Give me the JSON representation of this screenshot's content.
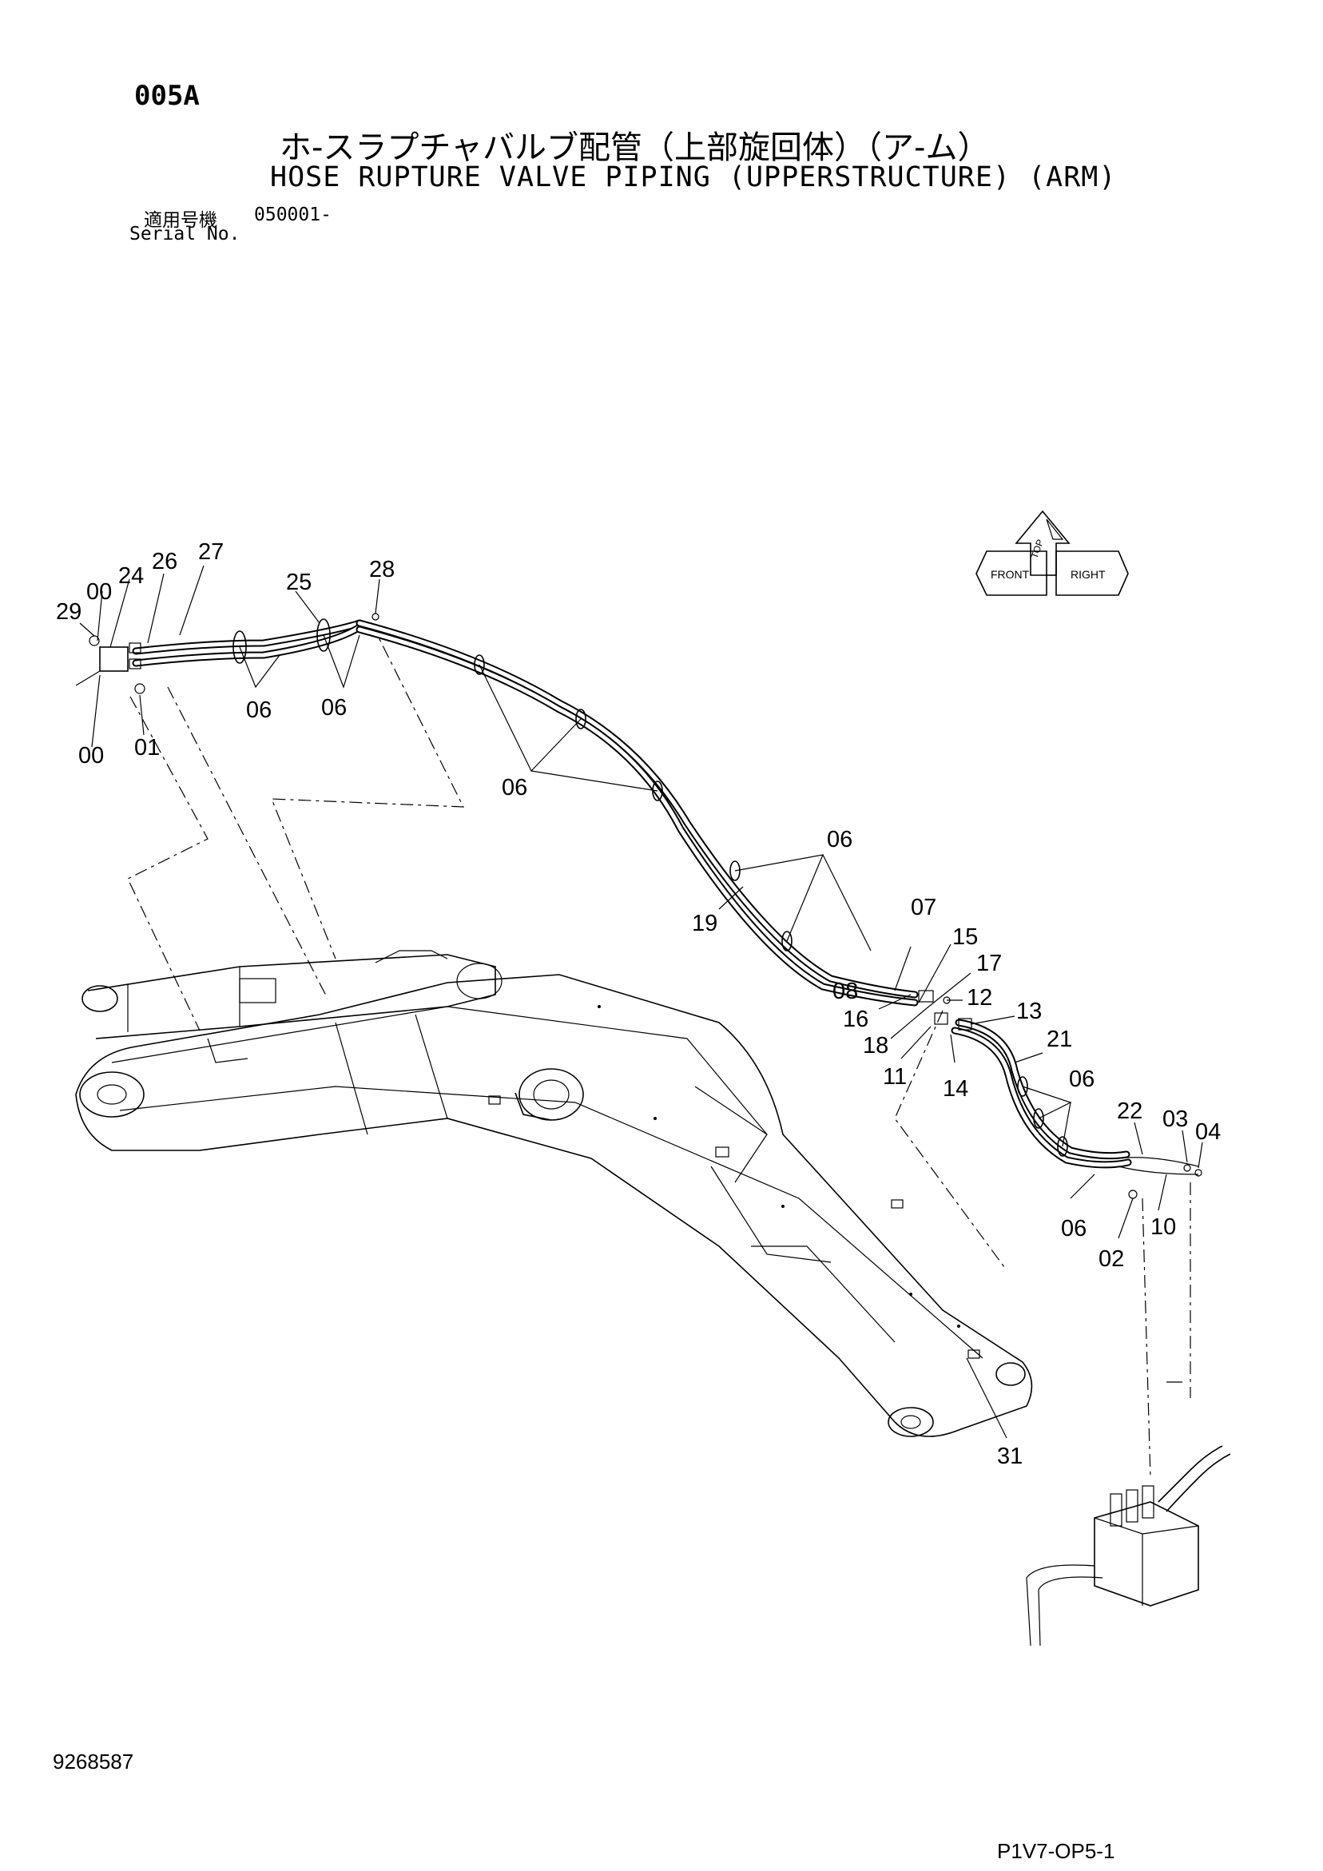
{
  "header": {
    "section_code": "005A",
    "title_jp": "ホ-スラプチャバルブ配管（上部旋回体）（ア-ム）",
    "title_en": "HOSE RUPTURE VALVE PIPING (UPPERSTRUCTURE) (ARM)",
    "serial_label_jp": "適用号機",
    "serial_label_en": "Serial No.",
    "serial_value": "050001-"
  },
  "direction_indicator": {
    "up": "TOP",
    "front": "FRONT",
    "right": "RIGHT"
  },
  "callouts": {
    "c29": "29",
    "c00a": "00",
    "c24": "24",
    "c26": "26",
    "c27": "27",
    "c25": "25",
    "c28": "28",
    "c00b": "00",
    "c01": "01",
    "c06a": "06",
    "c06b": "06",
    "c06c": "06",
    "c06d": "06",
    "c06e": "06",
    "c06f": "06",
    "c19": "19",
    "c07": "07",
    "c15": "15",
    "c17": "17",
    "c08": "08",
    "c16": "16",
    "c12": "12",
    "c18": "18",
    "c13": "13",
    "c11": "11",
    "c21": "21",
    "c14": "14",
    "c22": "22",
    "c03": "03",
    "c04": "04",
    "c10": "10",
    "c02": "02",
    "c31": "31"
  },
  "footer": {
    "document_number": "9268587",
    "page_code": "P1V7-OP5-1"
  }
}
